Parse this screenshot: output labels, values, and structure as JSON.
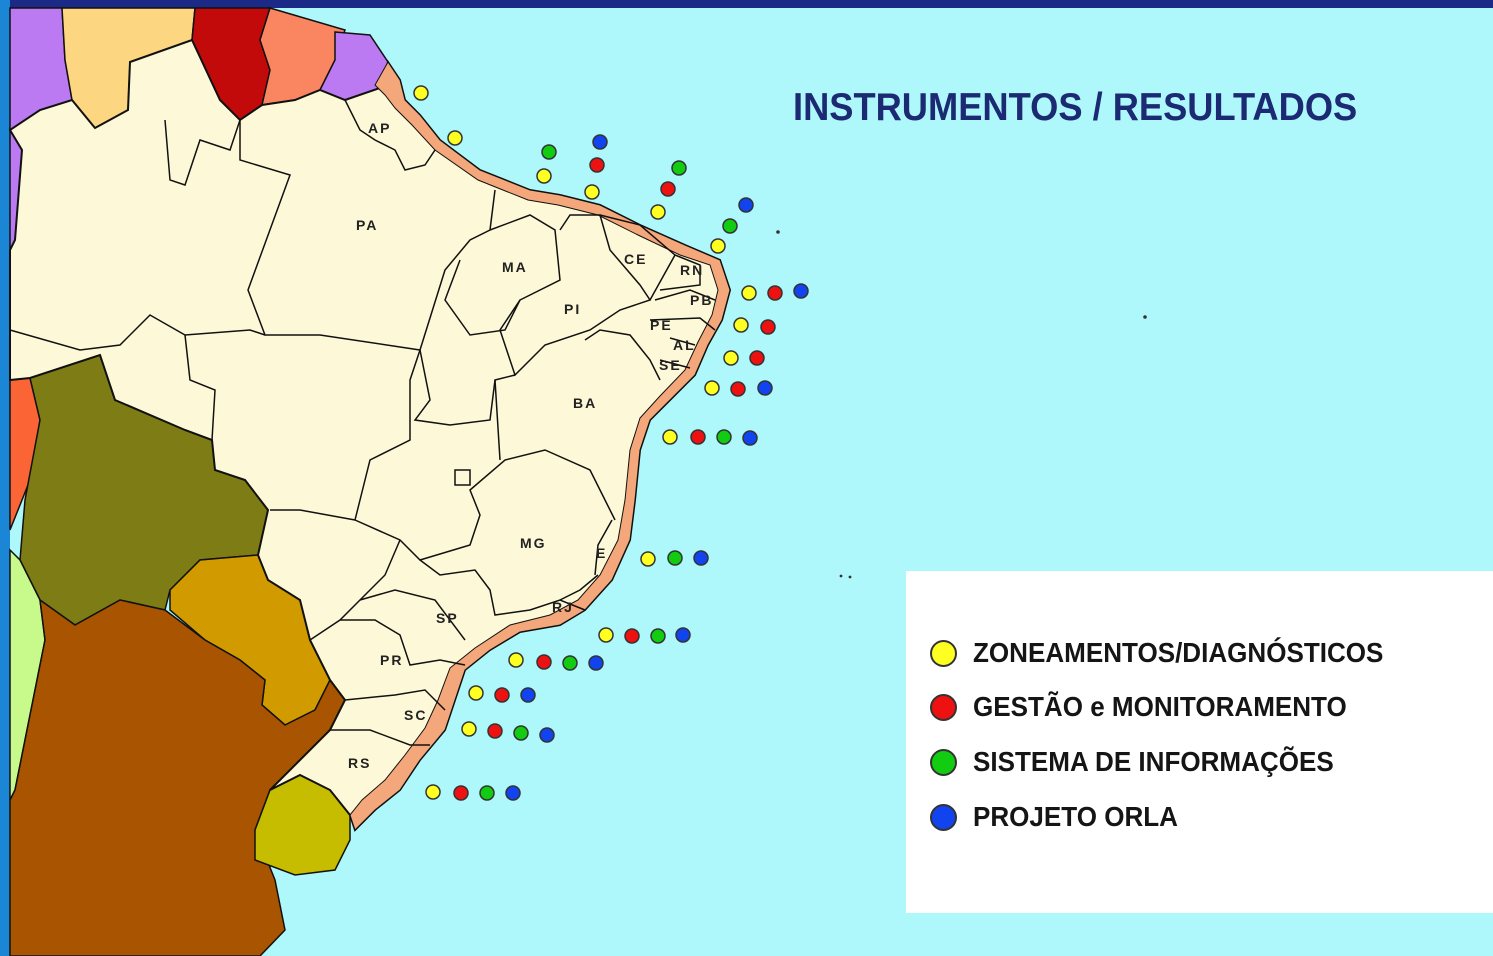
{
  "title": "INSTRUMENTOS / RESULTADOS",
  "colors": {
    "ocean": "#aef8fb",
    "brazil_fill": "#fdf8d7",
    "coastal_zone": "#f4a77a",
    "title_text": "#1b2a72",
    "zoneamentos": "#ffff22",
    "gestao": "#ee1111",
    "sistema": "#11cc11",
    "orla": "#1144ee"
  },
  "legend": {
    "items": [
      {
        "label": "ZONEAMENTOS/DIAGNÓSTICOS",
        "color": "#ffff22",
        "icon": "yellow-circle-icon"
      },
      {
        "label": "GESTÃO e MONITORAMENTO",
        "color": "#ee1111",
        "icon": "red-circle-icon"
      },
      {
        "label": "SISTEMA DE INFORMAÇÕES",
        "color": "#11cc11",
        "icon": "green-circle-icon"
      },
      {
        "label": "PROJETO ORLA",
        "color": "#1144ee",
        "icon": "blue-circle-icon"
      }
    ]
  },
  "states": {
    "AP": "AP",
    "PA": "PA",
    "MA": "MA",
    "PI": "PI",
    "CE": "CE",
    "RN": "RN",
    "PB": "PB",
    "PE": "PE",
    "AL": "AL",
    "SE": "SE",
    "BA": "BA",
    "MG": "MG",
    "ES": "E",
    "RJ": "RJ",
    "SP": "SP",
    "PR": "PR",
    "SC": "SC",
    "RS": "RS"
  },
  "coastal_states_indicators": [
    {
      "state": "AP",
      "zoneamentos": true,
      "gestao": false,
      "sistema": false,
      "orla": false
    },
    {
      "state": "PA",
      "zoneamentos": true,
      "gestao": false,
      "sistema": true,
      "orla": false
    },
    {
      "state": "MA",
      "zoneamentos": true,
      "gestao": true,
      "sistema": false,
      "orla": true
    },
    {
      "state": "PI",
      "zoneamentos": true,
      "gestao": true,
      "sistema": true,
      "orla": false
    },
    {
      "state": "CE",
      "zoneamentos": true,
      "gestao": false,
      "sistema": true,
      "orla": true
    },
    {
      "state": "RN",
      "zoneamentos": true,
      "gestao": true,
      "sistema": false,
      "orla": true
    },
    {
      "state": "PB",
      "zoneamentos": true,
      "gestao": true,
      "sistema": false,
      "orla": true
    },
    {
      "state": "PE",
      "zoneamentos": true,
      "gestao": true,
      "sistema": false,
      "orla": false
    },
    {
      "state": "AL/SE",
      "zoneamentos": true,
      "gestao": true,
      "sistema": false,
      "orla": true
    },
    {
      "state": "BA",
      "zoneamentos": true,
      "gestao": true,
      "sistema": true,
      "orla": true
    },
    {
      "state": "ES",
      "zoneamentos": true,
      "gestao": false,
      "sistema": true,
      "orla": true
    },
    {
      "state": "RJ",
      "zoneamentos": true,
      "gestao": true,
      "sistema": true,
      "orla": true
    },
    {
      "state": "SP",
      "zoneamentos": true,
      "gestao": true,
      "sistema": true,
      "orla": true
    },
    {
      "state": "PR",
      "zoneamentos": true,
      "gestao": true,
      "sistema": false,
      "orla": true
    },
    {
      "state": "SC",
      "zoneamentos": true,
      "gestao": true,
      "sistema": true,
      "orla": true
    },
    {
      "state": "RS",
      "zoneamentos": true,
      "gestao": true,
      "sistema": true,
      "orla": true
    }
  ]
}
